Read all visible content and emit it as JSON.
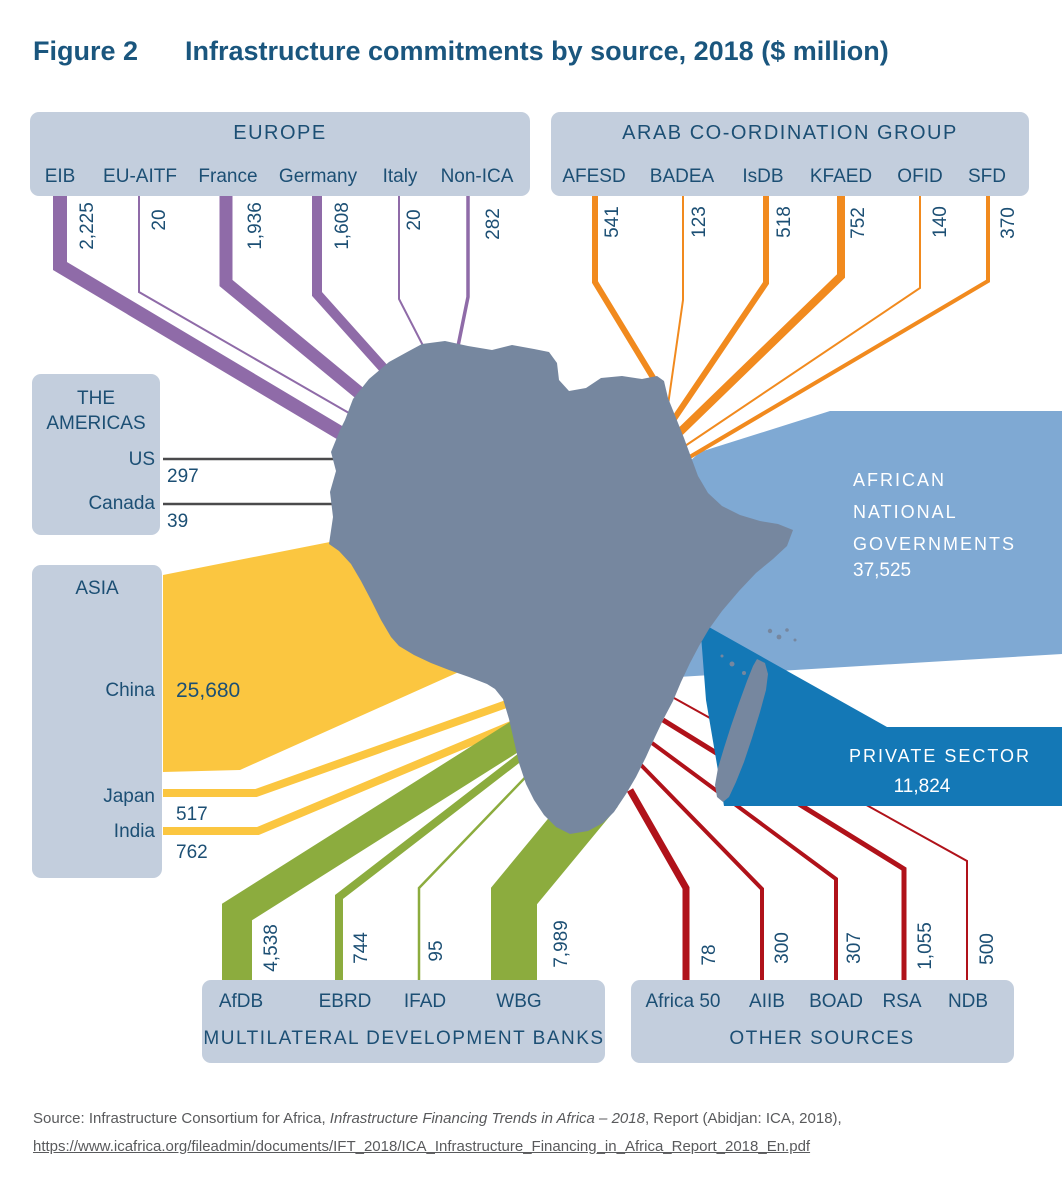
{
  "figure": {
    "label": "Figure 2",
    "title": "Infrastructure commitments by source, 2018 ($ million)"
  },
  "europe": {
    "title": "EUROPE",
    "items": [
      {
        "label": "EIB",
        "value": "2,225"
      },
      {
        "label": "EU-AITF",
        "value": "20"
      },
      {
        "label": "France",
        "value": "1,936"
      },
      {
        "label": "Germany",
        "value": "1,608"
      },
      {
        "label": "Italy",
        "value": "20"
      },
      {
        "label": "Non-ICA",
        "value": "282"
      }
    ]
  },
  "arab": {
    "title": "ARAB CO-ORDINATION GROUP",
    "items": [
      {
        "label": "AFESD",
        "value": "541"
      },
      {
        "label": "BADEA",
        "value": "123"
      },
      {
        "label": "IsDB",
        "value": "518"
      },
      {
        "label": "KFAED",
        "value": "752"
      },
      {
        "label": "OFID",
        "value": "140"
      },
      {
        "label": "SFD",
        "value": "370"
      }
    ]
  },
  "americas": {
    "title_line1": "THE",
    "title_line2": "AMERICAS",
    "items": [
      {
        "label": "US",
        "value": "297"
      },
      {
        "label": "Canada",
        "value": "39"
      }
    ]
  },
  "asia": {
    "title": "ASIA",
    "items": [
      {
        "label": "China",
        "value": "25,680"
      },
      {
        "label": "Japan",
        "value": "517"
      },
      {
        "label": "India",
        "value": "762"
      }
    ]
  },
  "mdb": {
    "title": "MULTILATERAL DEVELOPMENT BANKS",
    "items": [
      {
        "label": "AfDB",
        "value": "4,538"
      },
      {
        "label": "EBRD",
        "value": "744"
      },
      {
        "label": "IFAD",
        "value": "95"
      },
      {
        "label": "WBG",
        "value": "7,989"
      }
    ]
  },
  "other": {
    "title": "OTHER SOURCES",
    "items": [
      {
        "label": "Africa 50",
        "value": "78"
      },
      {
        "label": "AIIB",
        "value": "300"
      },
      {
        "label": "BOAD",
        "value": "307"
      },
      {
        "label": "RSA",
        "value": "1,055"
      },
      {
        "label": "NDB",
        "value": "500"
      }
    ]
  },
  "african_national_governments": {
    "line1": "AFRICAN",
    "line2": "NATIONAL",
    "line3": "GOVERNMENTS",
    "value": "37,525"
  },
  "private_sector": {
    "title": "PRIVATE SECTOR",
    "value": "11,824"
  },
  "source": {
    "prefix": "Source: Infrastructure Consortium for Africa, ",
    "italic": "Infrastructure Financing Trends in Africa – 2018",
    "suffix": ", Report (Abidjan: ICA, 2018),",
    "link": "https://www.icafrica.org/fileadmin/documents/IFT_2018/ICA_Infrastructure_Financing_in_Africa_Report_2018_En.pdf"
  },
  "colors": {
    "europe_purple": "#8F6BA8",
    "arab_orange": "#F18A1E",
    "asia_yellow": "#FBC640",
    "mdb_green": "#8CAC3E",
    "other_red": "#B0121A",
    "ang_blue": "#7FA9D3",
    "private_blue": "#1478B6",
    "map_grey": "#76879F",
    "box_bg": "#C3CEDD",
    "text_navy": "#1C4F74",
    "americas_line": "#4A4A4C"
  }
}
